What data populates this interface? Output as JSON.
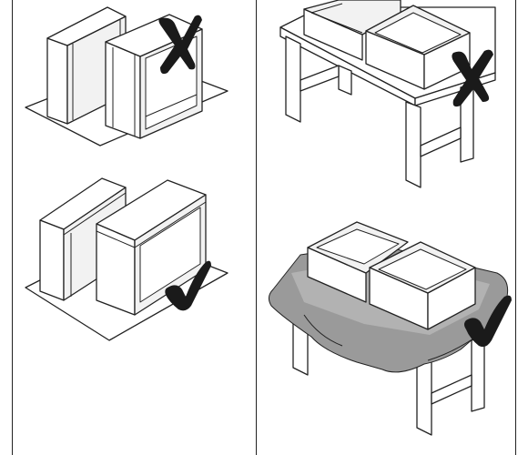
{
  "colors": {
    "line": "#222222",
    "cloth": "#9a9a9a",
    "mark": "#1a1a1a",
    "background": "#ffffff"
  },
  "panels": [
    {
      "id": "panel-top-left",
      "verdict": "incorrect",
      "mark_icon": "cross-icon"
    },
    {
      "id": "panel-top-right",
      "verdict": "incorrect",
      "mark_icon": "cross-icon"
    },
    {
      "id": "panel-bottom-left",
      "verdict": "correct",
      "mark_icon": "check-icon"
    },
    {
      "id": "panel-bottom-right",
      "verdict": "correct",
      "mark_icon": "check-icon"
    }
  ]
}
